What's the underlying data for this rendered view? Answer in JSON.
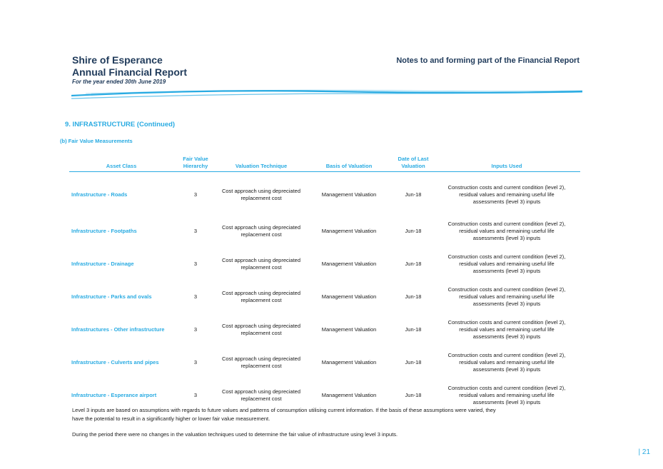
{
  "header": {
    "org_line1": "Shire of Esperance",
    "org_line2": "Annual Financial Report",
    "period": "For the year ended 30th June 2019",
    "notes_title": "Notes to and forming part of the Financial Report"
  },
  "section": {
    "title": "9.  INFRASTRUCTURE (Continued)",
    "subtitle": "(b)  Fair Value Measurements"
  },
  "table": {
    "headers": {
      "asset_class": "Asset Class",
      "hierarchy_l1": "Fair Value",
      "hierarchy_l2": "Hierarchy",
      "technique": "Valuation Technique",
      "basis": "Basis of Valuation",
      "date_l1": "Date of Last",
      "date_l2": "Valuation",
      "inputs": "Inputs Used"
    },
    "rows": [
      {
        "asset": "Infrastructure - Roads",
        "hierarchy": "3",
        "technique_l1": "Cost approach using depreciated",
        "technique_l2": "replacement cost",
        "basis": "Management Valuation",
        "date": "Jun-18",
        "inputs_l1": "Construction costs and current condition (level 2),",
        "inputs_l2": "residual values and remaining useful life",
        "inputs_l3": "assessments (level 3) inputs"
      },
      {
        "asset": "Infrastructure - Footpaths",
        "hierarchy": "3",
        "technique_l1": "Cost approach using depreciated",
        "technique_l2": "replacement cost",
        "basis": "Management Valuation",
        "date": "Jun-18",
        "inputs_l1": "Construction costs and current condition (level 2),",
        "inputs_l2": "residual values and remaining useful life",
        "inputs_l3": "assessments (level 3) inputs"
      },
      {
        "asset": "Infrastructure - Drainage",
        "hierarchy": "3",
        "technique_l1": "Cost approach using depreciated",
        "technique_l2": "replacement cost",
        "basis": "Management Valuation",
        "date": "Jun-18",
        "inputs_l1": "Construction costs and current condition (level 2),",
        "inputs_l2": "residual values and remaining useful life",
        "inputs_l3": "assessments (level 3) inputs"
      },
      {
        "asset": "Infrastructure - Parks and ovals",
        "hierarchy": "3",
        "technique_l1": "Cost approach using depreciated",
        "technique_l2": "replacement cost",
        "basis": "Management Valuation",
        "date": "Jun-18",
        "inputs_l1": "Construction costs and current condition (level 2),",
        "inputs_l2": "residual values and remaining useful life",
        "inputs_l3": "assessments (level 3) inputs"
      },
      {
        "asset": "Infrastructures - Other infrastructure",
        "hierarchy": "3",
        "technique_l1": "Cost approach using depreciated",
        "technique_l2": "replacement cost",
        "basis": "Management Valuation",
        "date": "Jun-18",
        "inputs_l1": "Construction costs and current condition (level 2),",
        "inputs_l2": "residual values and remaining useful life",
        "inputs_l3": "assessments (level 3) inputs"
      },
      {
        "asset": "Infrastructure - Culverts and pipes",
        "hierarchy": "3",
        "technique_l1": "Cost approach using depreciated",
        "technique_l2": "replacement cost",
        "basis": "Management Valuation",
        "date": "Jun-18",
        "inputs_l1": "Construction costs and current condition (level 2),",
        "inputs_l2": "residual values and remaining useful life",
        "inputs_l3": "assessments (level 3) inputs"
      },
      {
        "asset": "Infrastructure - Esperance airport",
        "hierarchy": "3",
        "technique_l1": "Cost approach using depreciated",
        "technique_l2": "replacement cost",
        "basis": "Management Valuation",
        "date": "Jun-18",
        "inputs_l1": "Construction costs and current condition (level 2),",
        "inputs_l2": "residual values and remaining useful life",
        "inputs_l3": "assessments (level 3) inputs"
      }
    ]
  },
  "notes": {
    "para1_l1": "Level 3 inputs are based on assumptions with regards to future values and patterns of consumption utilising current information. If the basis of these assumptions were varied, they",
    "para1_l2": "have the potential to result in a significantly higher or lower fair value measurement.",
    "para2": "During the period there were no changes in the valuation techniques used to determine the fair value of infrastructure using level 3 inputs."
  },
  "footer": {
    "page_number": "| 21"
  },
  "colors": {
    "accent": "#29abe2",
    "title": "#1f3a5a"
  }
}
